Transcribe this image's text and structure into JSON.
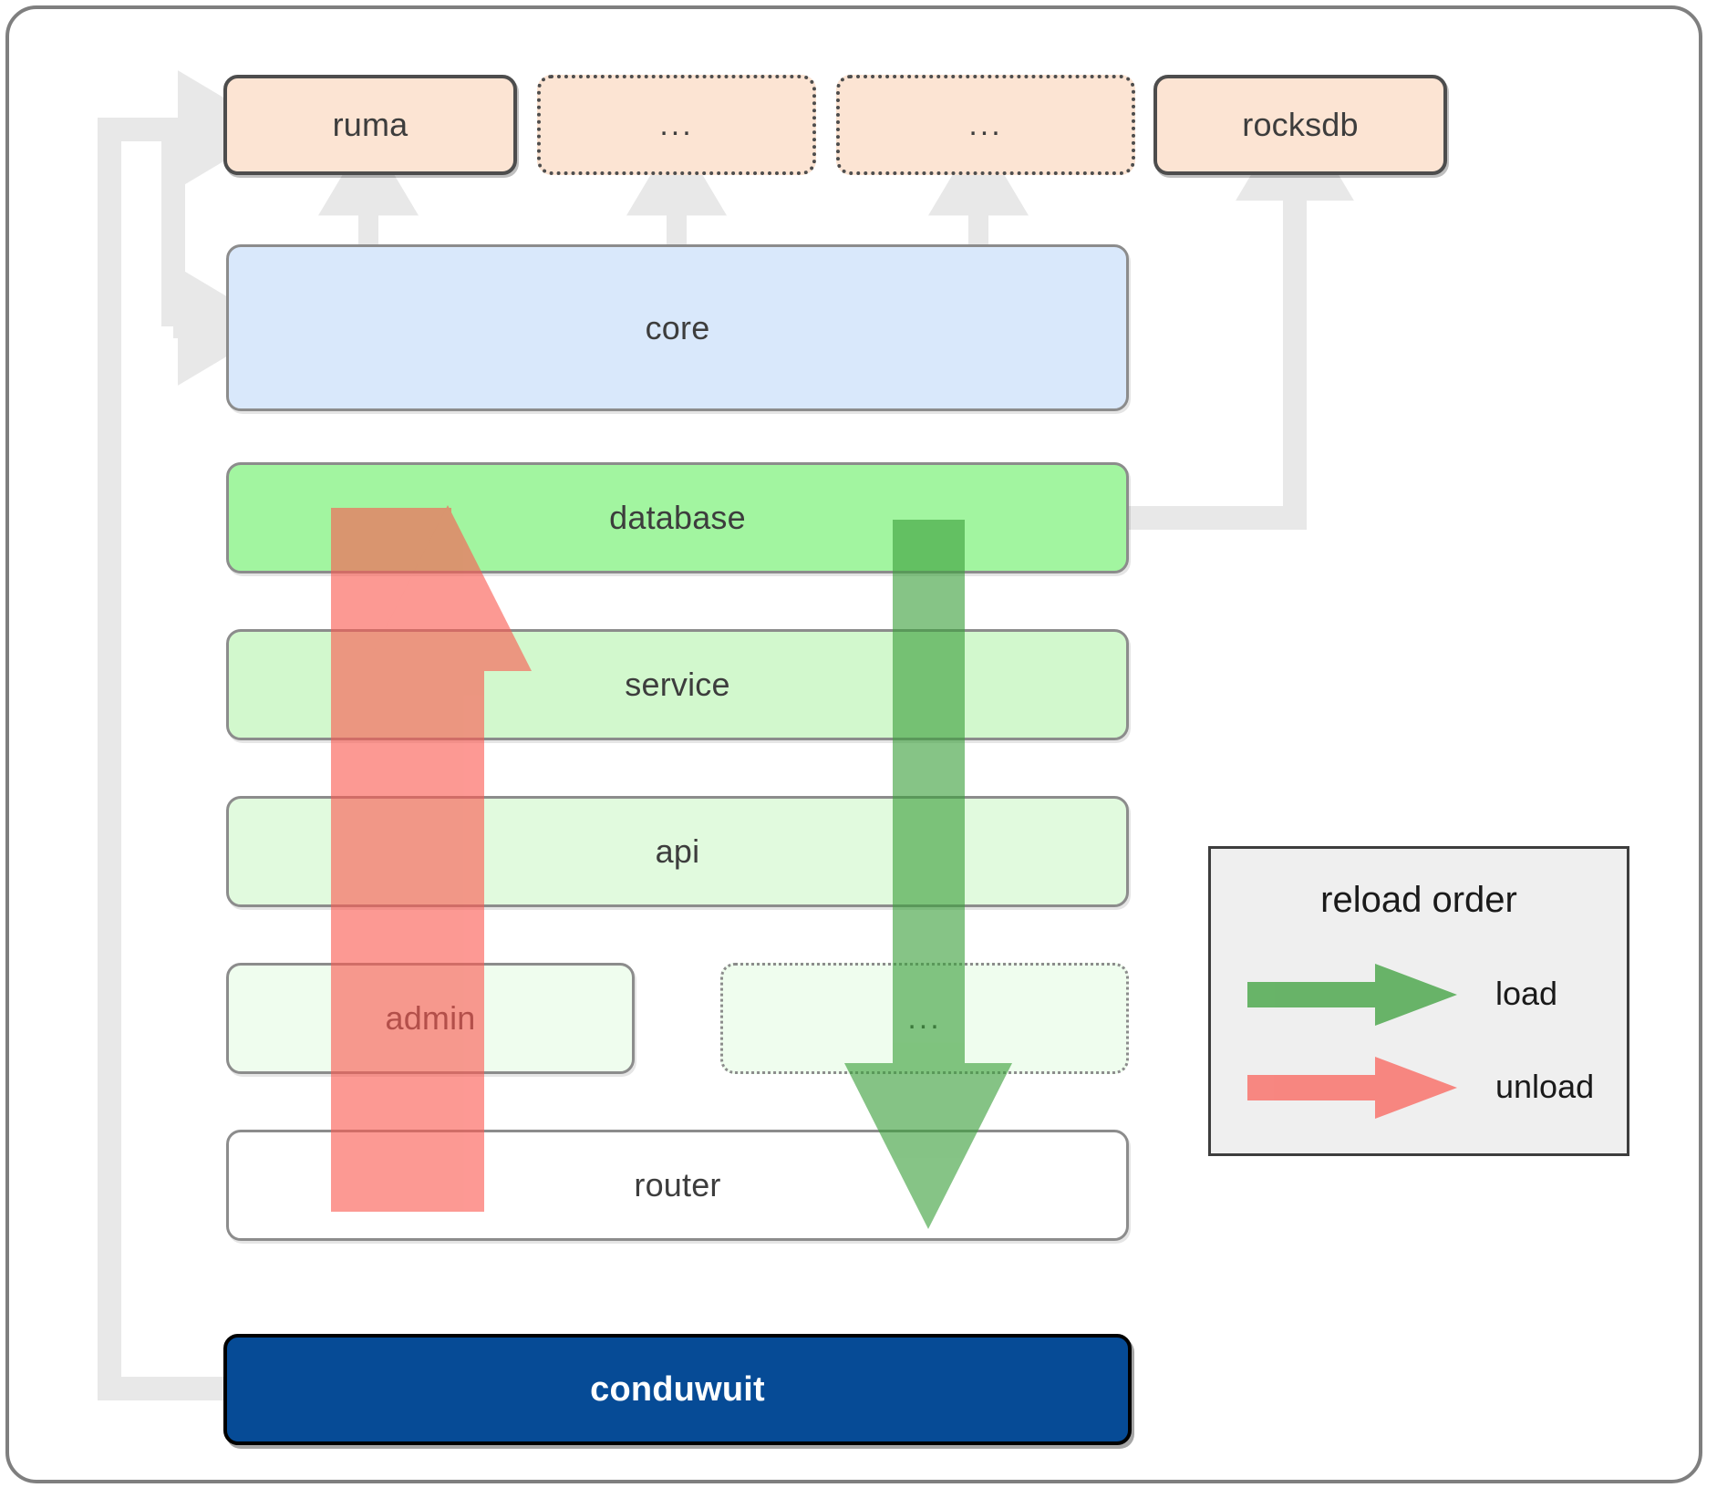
{
  "diagram": {
    "title": "conduwuit crate dependency / reload order diagram",
    "dependencies": [
      {
        "id": "ruma",
        "label": "ruma",
        "style": "solid",
        "color": "#fce4d3"
      },
      {
        "id": "dep-dots-1",
        "label": "...",
        "style": "dotted",
        "color": "#fce4d3"
      },
      {
        "id": "dep-dots-2",
        "label": "...",
        "style": "dotted",
        "color": "#fce4d3"
      },
      {
        "id": "rocksdb",
        "label": "rocksdb",
        "style": "solid",
        "color": "#fce4d3"
      }
    ],
    "layers": [
      {
        "id": "core",
        "label": "core",
        "style": "solid",
        "color": "#d9e8fb"
      },
      {
        "id": "database",
        "label": "database",
        "style": "solid",
        "color": "#a2f5a0"
      },
      {
        "id": "service",
        "label": "service",
        "style": "solid",
        "color": "#d2f8cd"
      },
      {
        "id": "api",
        "label": "api",
        "style": "solid",
        "color": "#e1fade"
      },
      {
        "id": "admin",
        "label": "admin",
        "style": "solid",
        "color": "#effdee"
      },
      {
        "id": "layer-dots",
        "label": "...",
        "style": "dotted",
        "color": "#effdee"
      },
      {
        "id": "router",
        "label": "router",
        "style": "solid",
        "color": "#ffffff"
      }
    ],
    "root": {
      "id": "conduwuit",
      "label": "conduwuit",
      "color": "#064b96",
      "text_color": "#ffffff"
    },
    "legend": {
      "title": "reload order",
      "entries": [
        {
          "id": "load",
          "label": "load",
          "color": "#5cb85c"
        },
        {
          "id": "unload",
          "label": "unload",
          "color": "#fb8079"
        }
      ]
    },
    "flows": {
      "load": {
        "direction": "down",
        "color": "#3ba03b",
        "from": "database",
        "to": "router"
      },
      "unload": {
        "direction": "up",
        "color": "#fb5b52",
        "from": "router",
        "to": "database"
      }
    },
    "wire_color": "#e8e8e8"
  }
}
